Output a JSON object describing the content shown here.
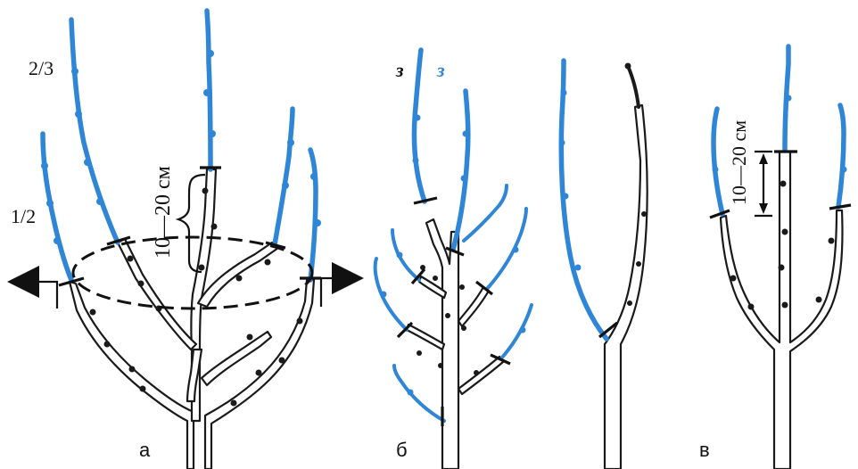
{
  "labels": {
    "fraction_two_thirds": "2/3",
    "fraction_one_half": "1/2",
    "measure_a": "10—20 см",
    "measure_v": "10—20 см",
    "panel_a": "а",
    "panel_b": "б",
    "panel_v": "в",
    "mark_dark": "з",
    "mark_blue": "з"
  },
  "colors": {
    "new_growth": "#2f86d6",
    "wood_outline": "#1a1a1a",
    "background": "#ffffff"
  }
}
